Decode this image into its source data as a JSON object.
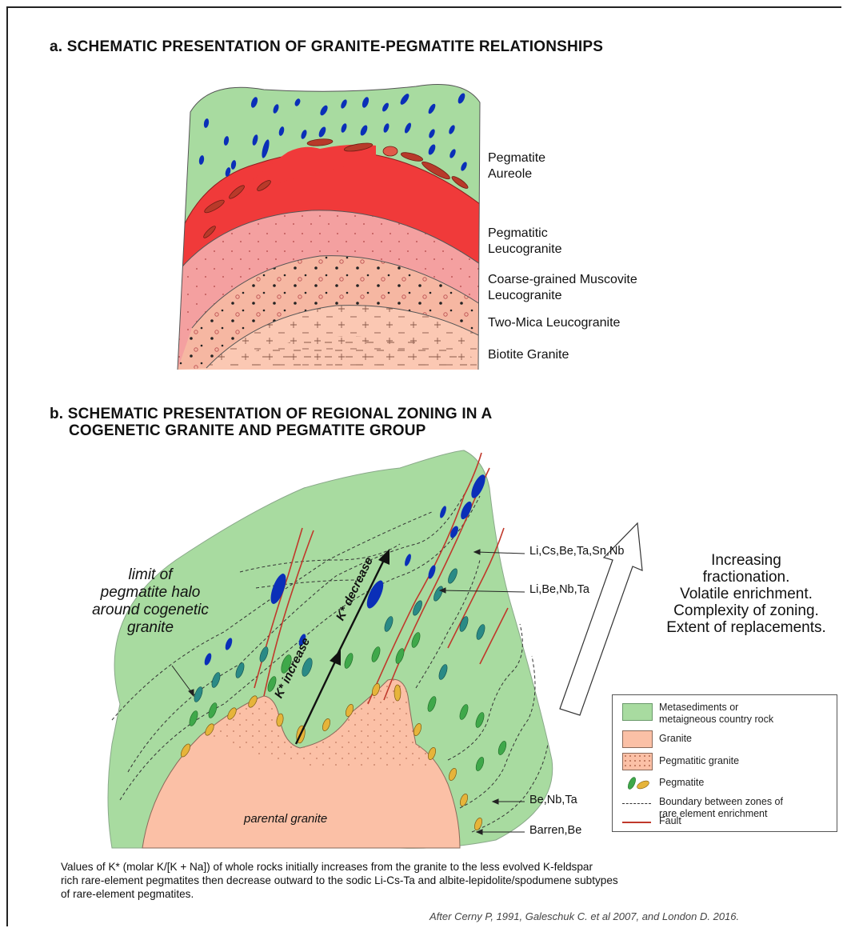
{
  "section_a": {
    "title": "a. SCHEMATIC PRESENTATION OF GRANITE-PEGMATITE RELATIONSHIPS",
    "zones": [
      {
        "label": "Pegmatite\nAureole",
        "color": "#a8dba0"
      },
      {
        "label": "Pegmatitic\nLeucogranite",
        "color": "#f03a3a"
      },
      {
        "label": "Coarse-grained Muscovite\nLeucogranite",
        "color": "#f4a0a0"
      },
      {
        "label": "Two-Mica Leucogranite",
        "color": "#f6b7a2"
      },
      {
        "label": "Biotite Granite",
        "color": "#fbc8b3"
      }
    ]
  },
  "section_b": {
    "title_line1": "b. SCHEMATIC PRESENTATION OF REGIONAL ZONING IN A",
    "title_line2": "COGENETIC GRANITE AND PEGMATITE GROUP",
    "halo_label": "limit of\npegmatite halo\naround cogenetic\ngranite",
    "parental_label": "parental granite",
    "k_increase": "K* increase",
    "k_decrease": "K* decrease",
    "zone_labels": [
      "Li,Cs,Be,Ta,Sn,Nb",
      "Li,Be,Nb,Ta",
      "Be,Nb,Ta",
      "Barren,Be"
    ],
    "trend_text": "Increasing\nfractionation.\nVolatile enrichment.\nComplexity of zoning.\nExtent of replacements.",
    "legend": [
      {
        "label": "Metasediments or\nmetaigneous country rock",
        "swatch": "#a8dba0"
      },
      {
        "label": "Granite",
        "swatch": "#fbc0a6"
      },
      {
        "label": "Pegmatitic granite",
        "swatch": "#fbc0a6"
      },
      {
        "label": "Pegmatite",
        "swatch": "#2f9a3f"
      },
      {
        "label": "Boundary between zones of\nrare element enrichment",
        "swatch": "#333333"
      },
      {
        "label": "Fault",
        "swatch": "#c0392b"
      }
    ]
  },
  "footnote": "Values of K* (molar K/[K + Na]) of whole rocks initially increases from the granite to the less evolved K-feldspar\nrich rare-element pegmatites then decrease outward to the sodic Li-Cs-Ta and albite-lepidolite/spodumene subtypes\nof rare-element pegmatites.",
  "credit": "After Cerny P, 1991, Galeschuk C. et al 2007, and London D. 2016."
}
